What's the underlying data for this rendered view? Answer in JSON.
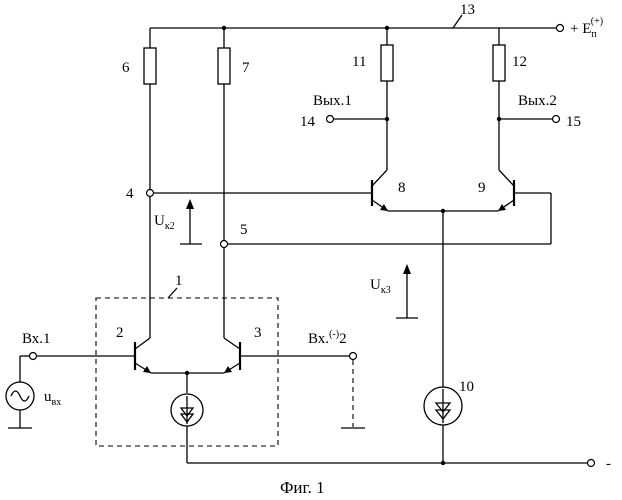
{
  "nodes": {
    "n1": "1",
    "n2": "2",
    "n3": "3",
    "n4": "4",
    "n5": "5",
    "n6": "6",
    "n7": "7",
    "n8": "8",
    "n9": "9",
    "n10": "10",
    "n11": "11",
    "n12": "12",
    "n13": "13",
    "n14": "14",
    "n15": "15"
  },
  "labels": {
    "supply_prefix": "+ E",
    "supply_sub": "п",
    "supply_sup": "(+)",
    "out1": "Вых.1",
    "out2": "Вых.2",
    "in1": "Вх.1",
    "in2_prefix": "Вх.",
    "in2_sup": "(-)",
    "in2_suffix": "2",
    "uk2_main": "U",
    "uk2_sub": "к2",
    "uk3_main": "U",
    "uk3_sub": "к3",
    "uvx_main": "u",
    "uvx_sub": "вх",
    "minus": "-",
    "caption": "Фиг. 1"
  }
}
